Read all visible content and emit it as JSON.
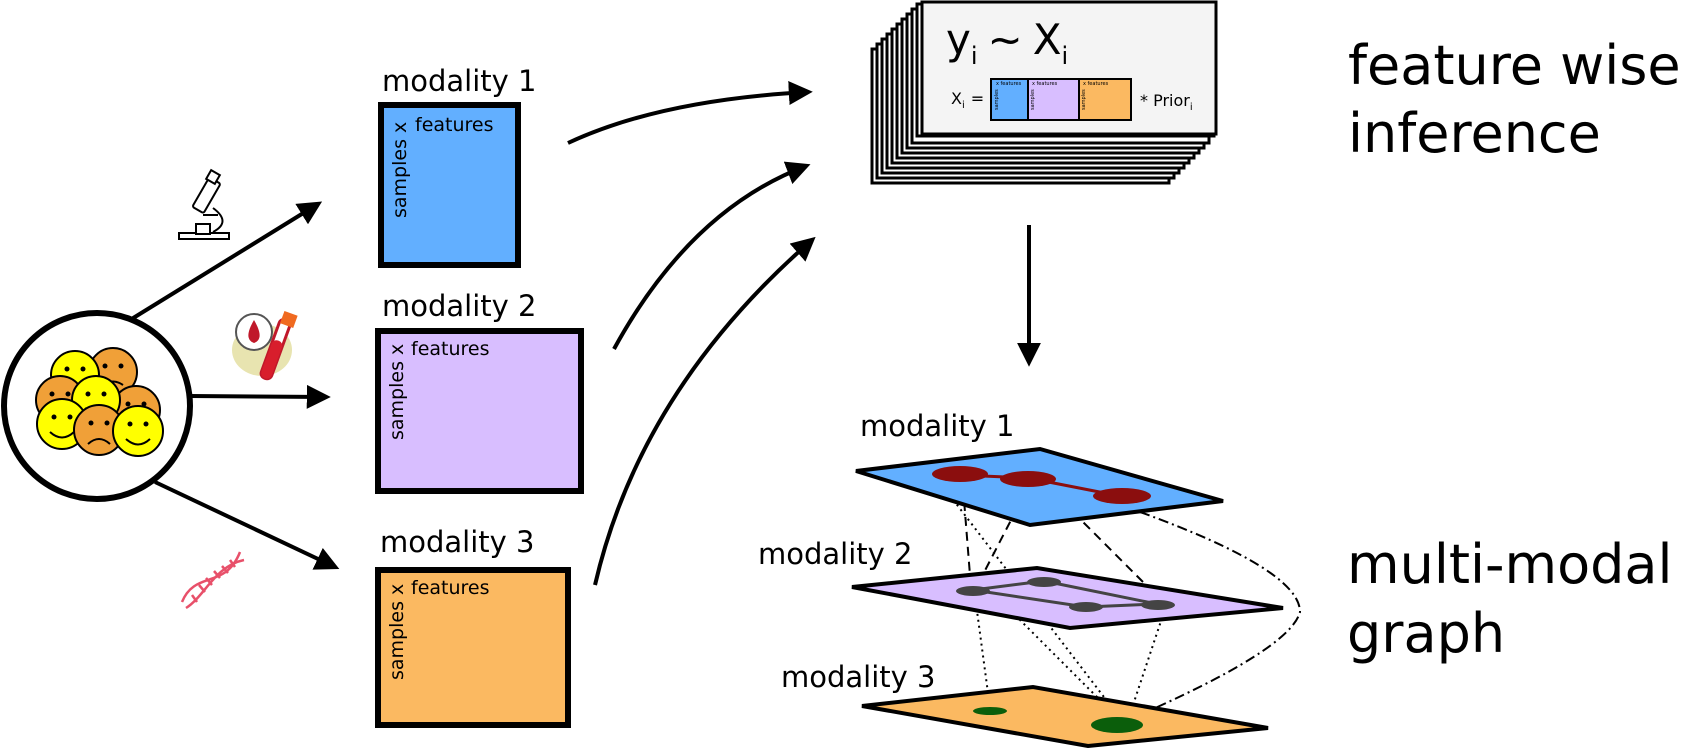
{
  "left_matrices": [
    {
      "title": "modality 1",
      "col_label": "features",
      "row_label": "samples x",
      "color": "#62AFFF"
    },
    {
      "title": "modality 2",
      "col_label": "features",
      "row_label": "samples x",
      "color": "#D8BEFF"
    },
    {
      "title": "modality 3",
      "col_label": "features",
      "row_label": "samples x",
      "color": "#FBB961"
    }
  ],
  "inference": {
    "equation_y": "y",
    "equation_tilde": "~",
    "equation_x": "X",
    "subscript": "i",
    "matrix_label": "X",
    "equals": "=",
    "prior_prefix": "* Prior",
    "mini_features": "x features",
    "mini_samples": "samples",
    "heading_line1": "feature wise",
    "heading_line2": "inference"
  },
  "graph": {
    "layers": [
      "modality 1",
      "modality 2",
      "modality 3"
    ],
    "heading_line1": "multi-modal",
    "heading_line2": "graph"
  },
  "colors": {
    "modality1": "#62AFFF",
    "modality2": "#D8BEFF",
    "modality3": "#FBB961",
    "node1": "#8B0E0E",
    "node2": "#444444",
    "node3": "#0B5E0B",
    "panel": "#F4F4F4",
    "face_yellow": "#FFFF00",
    "face_orange": "#F0A038"
  },
  "icons": [
    "patients-icon",
    "microscope-icon",
    "blood-sample-icon",
    "dna-icon"
  ]
}
